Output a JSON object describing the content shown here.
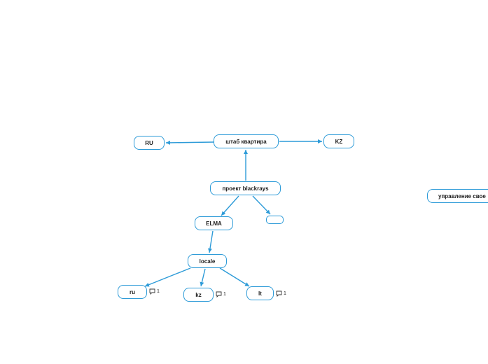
{
  "colors": {
    "accent": "#2d9bd8",
    "text": "#1b1b1b",
    "background": "#ffffff"
  },
  "nodes": {
    "hq": "штаб квартира",
    "ru_top": "RU",
    "kz_top": "KZ",
    "project": "проект blackrays",
    "elma": "ELMA",
    "empty": "",
    "locale": "locale",
    "ru": "ru",
    "kz": "kz",
    "lt": "lt",
    "management": "управление свое"
  },
  "comments": {
    "ru_count": "1",
    "kz_count": "1",
    "lt_count": "1"
  }
}
